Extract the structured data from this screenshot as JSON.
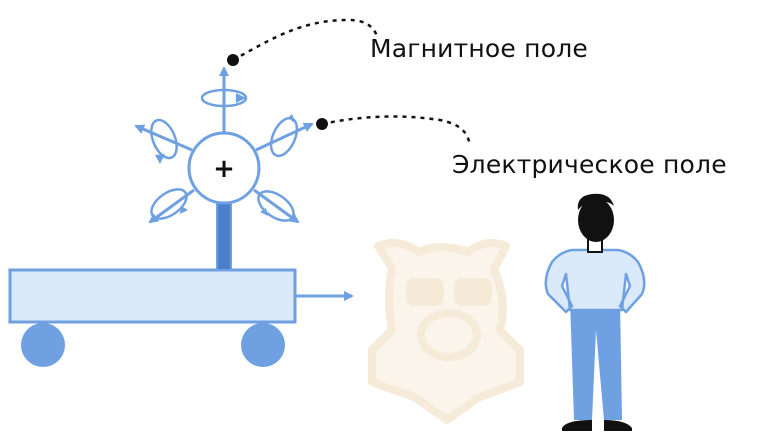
{
  "labels": {
    "magnetic_field": "Магнитное поле",
    "electric_field": "Электрическое поле",
    "charge_sign": "+"
  },
  "colors": {
    "line_blue": "#6fa0e2",
    "fill_light": "#dbeafb",
    "wheel": "#6fa0e2",
    "rod": "#4a7fcc",
    "text": "#111111",
    "watermark": "#f6ead9"
  },
  "icons": {
    "watermark": "bear-with-glasses-logo",
    "observer": "standing-person"
  }
}
